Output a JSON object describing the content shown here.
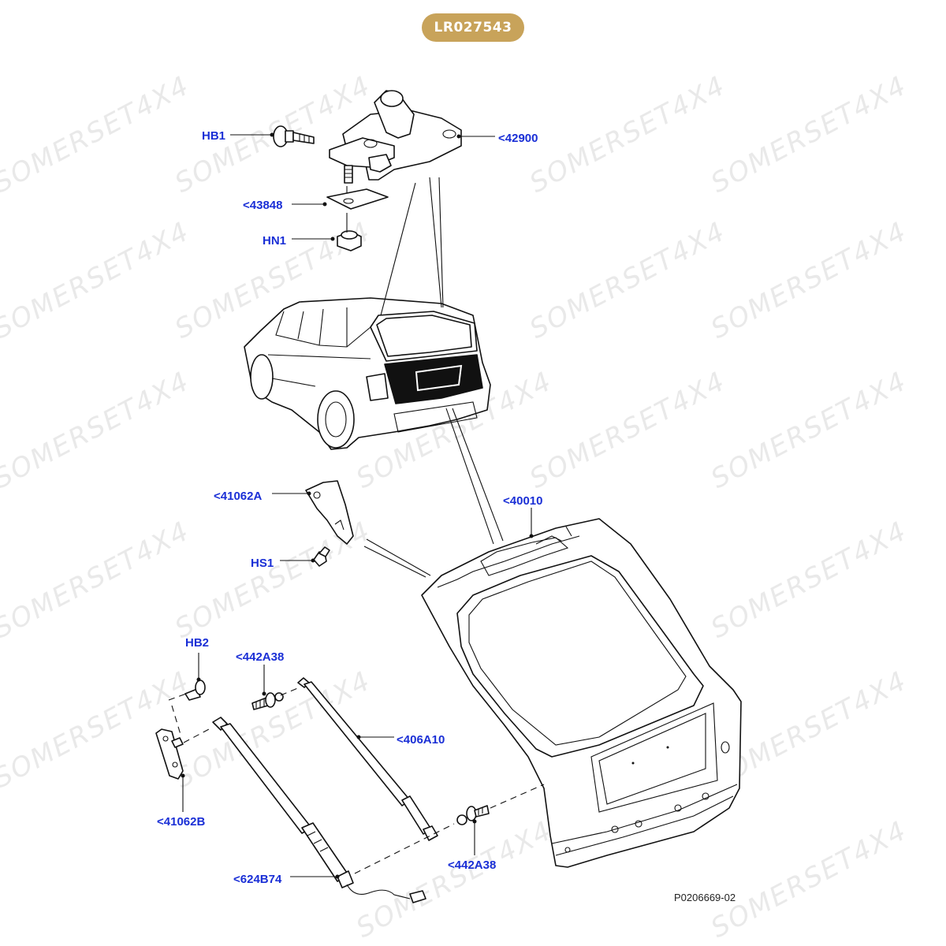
{
  "header": {
    "part_number": "LR027543"
  },
  "watermark": {
    "text": "SOMERSET4X4"
  },
  "callouts": {
    "hb1": "HB1",
    "p42900": "<42900",
    "p43848": "<43848",
    "hn1": "HN1",
    "p41062a": "<41062A",
    "hs1": "HS1",
    "p40010": "<40010",
    "hb2": "HB2",
    "p442a38_top": "<442A38",
    "p406a10": "<406A10",
    "p41062b": "<41062B",
    "p442a38_bottom": "<442A38",
    "p624b74": "<624B74"
  },
  "footer": {
    "diagram_ref": "P0206669-02"
  },
  "colors": {
    "accent": "#c8a35a",
    "callout": "#1a2fd6",
    "line": "#111111"
  }
}
